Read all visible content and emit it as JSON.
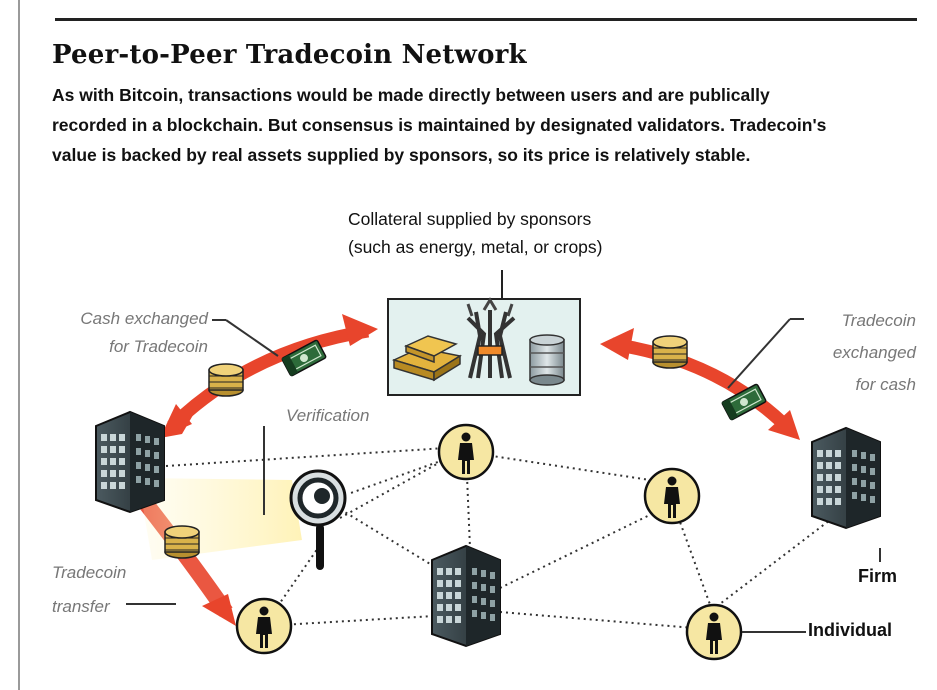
{
  "figure": {
    "title": "Peer-to-Peer Tradecoin Network",
    "intro_lines": [
      "As with Bitcoin, transactions would be made directly between users and are publically",
      "recorded in a blockchain. But consensus is maintained by designated validators. Tradecoin's",
      "value is backed by real assets supplied by sponsors, so its price is relatively stable."
    ]
  },
  "labels": {
    "collateral": [
      "Collateral supplied by sponsors",
      "(such as energy, metal, or crops)"
    ],
    "cash_exchanged": [
      "Cash exchanged",
      "for Tradecoin"
    ],
    "tradecoin_exchanged": [
      "Tradecoin",
      "exchanged",
      "for cash"
    ],
    "verification": "Verification",
    "tradecoin_transfer": [
      "Tradecoin",
      "transfer"
    ],
    "firm": "Firm",
    "individual": "Individual"
  },
  "colors": {
    "arrow_red": "#e8452c",
    "node_yellow": "#f6e7a3",
    "box_teal": "#e3f1ef",
    "building_dark": "#2f3a3e",
    "cash_green": "#2d6b3a",
    "coin_gold": "#d9b24a",
    "label_grey": "#777777"
  },
  "icons": [
    "gold-bars-icon",
    "crops-bundle-icon",
    "oil-barrel-icon",
    "building-icon",
    "person-icon",
    "magnifier-icon",
    "coin-stack-icon",
    "cash-bundle-icon"
  ]
}
